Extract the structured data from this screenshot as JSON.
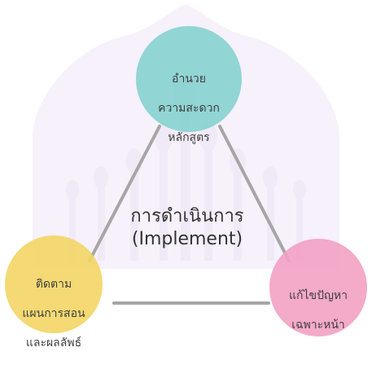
{
  "colors": {
    "background_watermark": "#e7dcf3",
    "edge": "#a6a6a6",
    "top_node": "#7fd0cc",
    "left_node": "#f3d565",
    "right_node": "#f3a1c3",
    "text": "#3f3f3f"
  },
  "center": {
    "title_line1": "การดำเนินการ",
    "title_line2": "(Implement)"
  },
  "nodes": {
    "top": {
      "line1": "อำนวย",
      "line2": "ความสะดวก",
      "line3": "หลักสูตร"
    },
    "left": {
      "line1": "ติดตาม",
      "line2": "แผนการสอน",
      "line3": "และผลลัพธ์"
    },
    "right": {
      "line1": "แก้ไขปัญหา",
      "line2": "เฉพาะหน้า"
    }
  }
}
